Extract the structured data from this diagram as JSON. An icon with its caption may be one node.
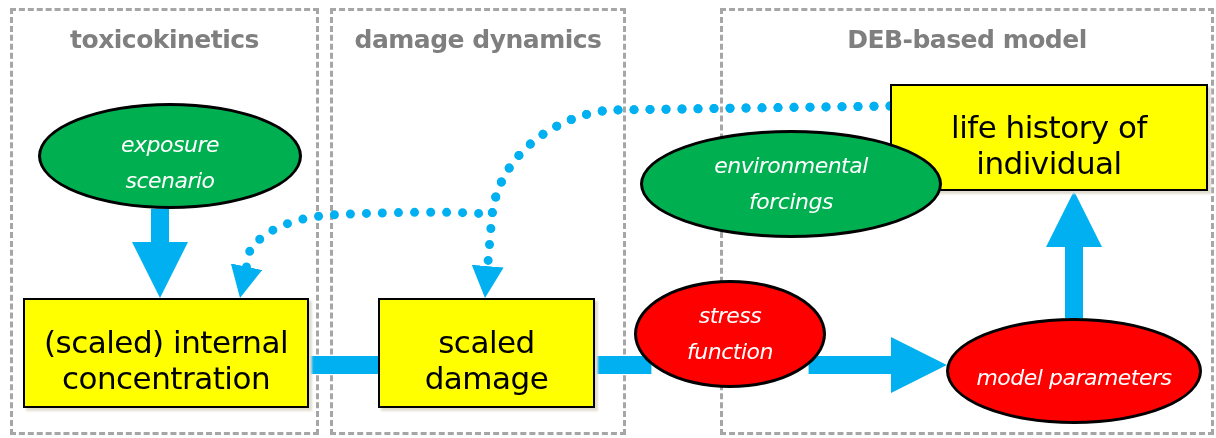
{
  "diagram": {
    "nodes": [
      {
        "text": [
          "toxicokinetics"
        ]
      },
      {
        "text": [
          "damage dynamics"
        ]
      },
      {
        "text": [
          "DEB-based model"
        ]
      },
      {
        "text": [
          "exposure scenario"
        ],
        "in": 0
      },
      {
        "text": [
          "(scaled) internal concentration"
        ],
        "in": 0
      },
      {
        "text": [
          "scaled damage"
        ],
        "in": 1
      },
      {
        "text": [
          "stress function"
        ]
      },
      {
        "text": [
          "environmental forcings"
        ]
      },
      {
        "text": [
          "life history of individual"
        ],
        "in": 2
      },
      {
        "text": [
          "model parameters"
        ],
        "in": 2
      }
    ],
    "edges": [
      {
        "from": 3,
        "to": 4,
        "arrow": "to"
      },
      {
        "from": 4,
        "to": 5,
        "arrow": "none"
      },
      {
        "from": 5,
        "to": 6,
        "arrow": "none"
      },
      {
        "from": 6,
        "to": 9,
        "arrow": "to"
      },
      {
        "from": 9,
        "to": 8,
        "arrow": "to"
      },
      {
        "from": 8,
        "to": 5,
        "arrow": "to",
        "style": "dashed"
      },
      {
        "from": 8,
        "to": 4,
        "arrow": "to",
        "style": "dashed"
      }
    ]
  }
}
